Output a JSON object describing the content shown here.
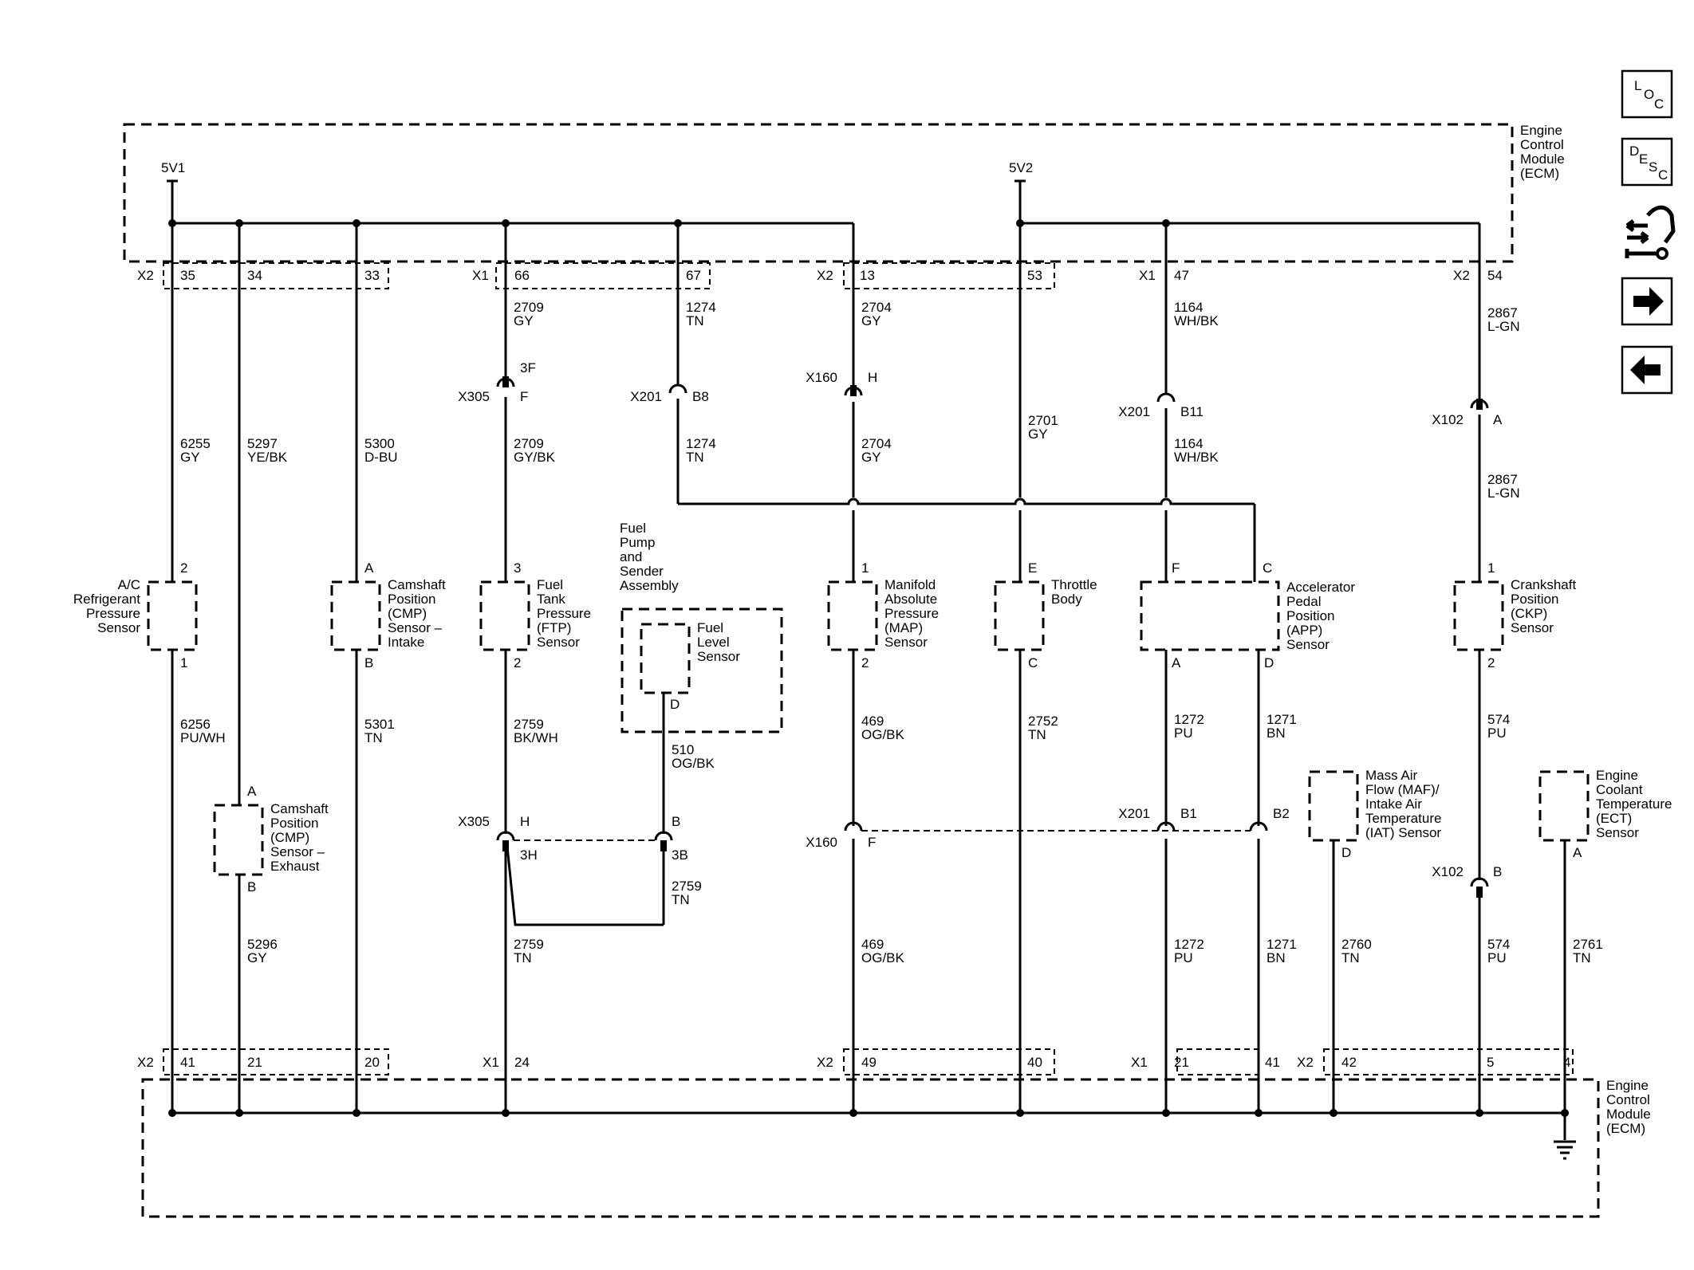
{
  "module": {
    "top_label": [
      "Engine",
      "Control",
      "Module",
      "(ECM)"
    ],
    "bottom_label": [
      "Engine",
      "Control",
      "Module",
      "(ECM)"
    ],
    "supply_1": "5V1",
    "supply_2": "5V2"
  },
  "toolbar": {
    "loc": {
      "a": "L",
      "b": "O",
      "c": "C"
    },
    "desc": {
      "a": "D",
      "b": "E",
      "c": "S",
      "d": "C"
    }
  },
  "top_connectors": [
    {
      "name": "X2",
      "pins": [
        "35",
        "34",
        "33"
      ]
    },
    {
      "name": "X1",
      "pins": [
        "66",
        "67"
      ]
    },
    {
      "name": "X2",
      "pins": [
        "13",
        "53"
      ]
    },
    {
      "name": "X1",
      "pins": [
        "47"
      ]
    },
    {
      "name": "X2",
      "pins": [
        "54"
      ]
    }
  ],
  "bottom_connectors": [
    {
      "name": "X2",
      "pins": [
        "41",
        "21",
        "20"
      ]
    },
    {
      "name": "X1",
      "pins": [
        "24"
      ]
    },
    {
      "name": "X2",
      "pins": [
        "49",
        "40"
      ]
    },
    {
      "name": "X1",
      "pins": [
        "21",
        "41"
      ]
    },
    {
      "name": "X2",
      "pins": [
        "42",
        "5",
        "4"
      ]
    }
  ],
  "wires": [
    {
      "circuit": "6255",
      "color": "GY"
    },
    {
      "circuit": "5297",
      "color": "YE/BK"
    },
    {
      "circuit": "5300",
      "color": "D-BU"
    },
    {
      "circuit": "2709",
      "color": "GY"
    },
    {
      "circuit": "2709",
      "color": "GY/BK"
    },
    {
      "circuit": "1274",
      "color": "TN"
    },
    {
      "circuit": "1274",
      "color": "TN"
    },
    {
      "circuit": "2704",
      "color": "GY"
    },
    {
      "circuit": "2704",
      "color": "GY"
    },
    {
      "circuit": "2701",
      "color": "GY"
    },
    {
      "circuit": "1164",
      "color": "WH/BK"
    },
    {
      "circuit": "1164",
      "color": "WH/BK"
    },
    {
      "circuit": "2867",
      "color": "L-GN"
    },
    {
      "circuit": "2867",
      "color": "L-GN"
    },
    {
      "circuit": "6256",
      "color": "PU/WH"
    },
    {
      "circuit": "5296",
      "color": "GY"
    },
    {
      "circuit": "5301",
      "color": "TN"
    },
    {
      "circuit": "2759",
      "color": "BK/WH"
    },
    {
      "circuit": "510",
      "color": "OG/BK"
    },
    {
      "circuit": "2759",
      "color": "TN"
    },
    {
      "circuit": "2759",
      "color": "TN"
    },
    {
      "circuit": "469",
      "color": "OG/BK"
    },
    {
      "circuit": "469",
      "color": "OG/BK"
    },
    {
      "circuit": "2752",
      "color": "TN"
    },
    {
      "circuit": "1272",
      "color": "PU"
    },
    {
      "circuit": "1271",
      "color": "BN"
    },
    {
      "circuit": "1272",
      "color": "PU"
    },
    {
      "circuit": "1271",
      "color": "BN"
    },
    {
      "circuit": "2760",
      "color": "TN"
    },
    {
      "circuit": "574",
      "color": "PU"
    },
    {
      "circuit": "574",
      "color": "PU"
    },
    {
      "circuit": "2761",
      "color": "TN"
    }
  ],
  "inline_connectors": [
    {
      "name": "X305",
      "pin": "F",
      "alt": "3F"
    },
    {
      "name": "X201",
      "pin": "B8"
    },
    {
      "name": "X160",
      "pin": "H"
    },
    {
      "name": "X201",
      "pin": "B11"
    },
    {
      "name": "X102",
      "pin": "A"
    },
    {
      "name": "X305",
      "pin": "H",
      "alt": "3H"
    },
    {
      "name": "",
      "pin": "B",
      "alt": "3B"
    },
    {
      "name": "X160",
      "pin": "F"
    },
    {
      "name": "X201",
      "pin": "B1"
    },
    {
      "name": "",
      "pin": "B2"
    },
    {
      "name": "X102",
      "pin": "B"
    }
  ],
  "components": [
    {
      "label": [
        "A/C",
        "Refrigerant",
        "Pressure",
        "Sensor"
      ],
      "pins": [
        "2",
        "1"
      ]
    },
    {
      "label": [
        "Camshaft",
        "Position",
        "(CMP)",
        "Sensor –",
        "Intake"
      ],
      "pins": [
        "A",
        "B"
      ]
    },
    {
      "label": [
        "Fuel",
        "Tank",
        "Pressure",
        "(FTP)",
        "Sensor"
      ],
      "pins": [
        "3",
        "2"
      ]
    },
    {
      "label": [
        "Manifold",
        "Absolute",
        "Pressure",
        "(MAP)",
        "Sensor"
      ],
      "pins": [
        "1",
        "2"
      ]
    },
    {
      "label": [
        "Throttle",
        "Body"
      ],
      "pins": [
        "E",
        "C"
      ]
    },
    {
      "label": [
        "Accelerator",
        "Pedal",
        "Position",
        "(APP)",
        "Sensor"
      ],
      "pins": [
        "F",
        "C",
        "A",
        "D"
      ]
    },
    {
      "label": [
        "Crankshaft",
        "Position",
        "(CKP)",
        "Sensor"
      ],
      "pins": [
        "1",
        "2"
      ]
    },
    {
      "label": [
        "Camshaft",
        "Position",
        "(CMP)",
        "Sensor –",
        "Exhaust"
      ],
      "pins": [
        "A",
        "B"
      ]
    },
    {
      "label": [
        "Fuel",
        "Pump",
        "and",
        "Sender",
        "Assembly"
      ],
      "pins": []
    },
    {
      "label": [
        "Fuel",
        "Level",
        "Sensor"
      ],
      "pins": [
        "D"
      ]
    },
    {
      "label": [
        "Mass Air",
        "Flow (MAF)/",
        "Intake Air",
        "Temperature",
        "(IAT) Sensor"
      ],
      "pins": [
        "D"
      ]
    },
    {
      "label": [
        "Engine",
        "Coolant",
        "Temperature",
        "(ECT)",
        "Sensor"
      ],
      "pins": [
        "A"
      ]
    }
  ]
}
